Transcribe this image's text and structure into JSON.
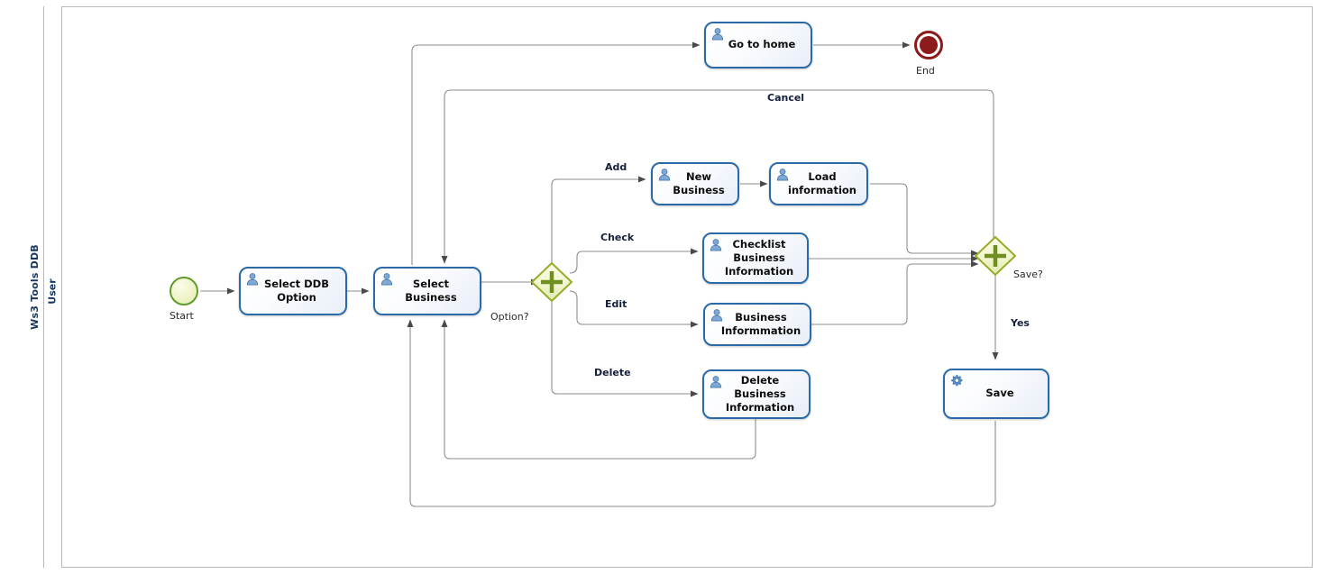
{
  "diagram": {
    "title": "Ws3 Tools DDB",
    "type": "bpmn-process-diagram",
    "pool": {
      "label": "Ws3 Tools DDB"
    },
    "lanes": [
      {
        "label": "User"
      }
    ]
  },
  "nodes": {
    "start": {
      "label": "Start",
      "kind": "start-event",
      "color": "#5f9c29"
    },
    "select_ddb_option": {
      "label": "Select DDB\nOption",
      "kind": "user-task"
    },
    "select_business": {
      "label": "Select\nBusiness",
      "kind": "user-task"
    },
    "option_gateway": {
      "label": "Option?",
      "kind": "parallel-gateway",
      "color": "#94ad28"
    },
    "new_business": {
      "label": "New\nBusiness",
      "kind": "user-task"
    },
    "load_information": {
      "label": "Load\ninformation",
      "kind": "user-task"
    },
    "checklist_business_information": {
      "label": "Checklist\nBusiness\nInformation",
      "kind": "user-task"
    },
    "business_informmation": {
      "label": "Business\nInformmation",
      "kind": "user-task"
    },
    "delete_business_information": {
      "label": "Delete\nBusiness\nInformation",
      "kind": "user-task"
    },
    "save_gateway": {
      "label": "Save?",
      "kind": "parallel-gateway",
      "color": "#94ad28"
    },
    "save": {
      "label": "Save",
      "kind": "service-task"
    },
    "go_to_home": {
      "label": "Go to home",
      "kind": "user-task"
    },
    "end": {
      "label": "End",
      "kind": "end-event",
      "color": "#8c1b1b"
    }
  },
  "flow_labels": {
    "add": "Add",
    "check": "Check",
    "edit": "Edit",
    "delete": "Delete",
    "cancel": "Cancel",
    "yes": "Yes"
  }
}
